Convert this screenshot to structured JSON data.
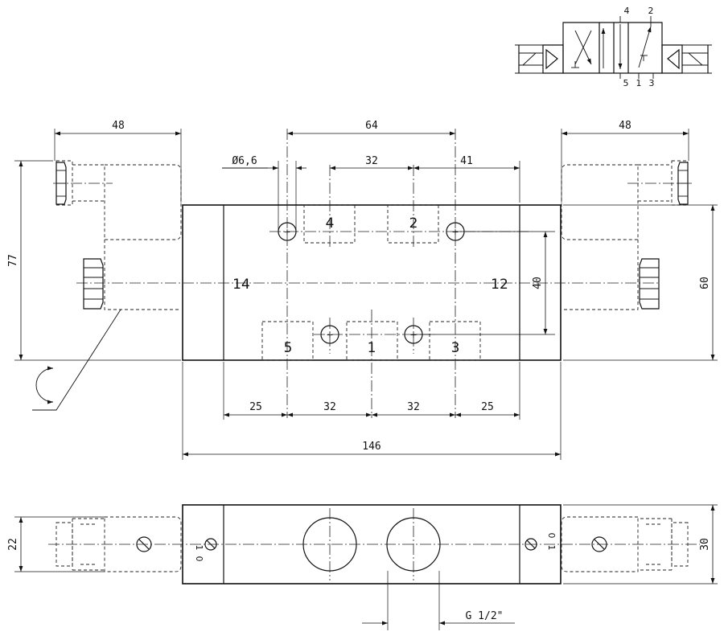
{
  "symbol": {
    "ports_top": [
      "4",
      "2"
    ],
    "ports_bottom": [
      "5",
      "1",
      "3"
    ]
  },
  "front_view": {
    "dims": {
      "left_coil": "48",
      "right_coil": "48",
      "port_span": "64",
      "port_pitch": "32",
      "hole_offset": "41",
      "hole_dia": "Ø6,6",
      "height_total": "77",
      "body_height": "60",
      "hole_spacing": "40",
      "bottom_left": "25",
      "bottom_mid_left": "32",
      "bottom_mid_right": "32",
      "bottom_right": "25",
      "overall_length": "146"
    },
    "ports": {
      "p4": "4",
      "p2": "2",
      "p5": "5",
      "p1": "1",
      "p3": "3",
      "pilot_left": "14",
      "pilot_right": "12"
    }
  },
  "bottom_view": {
    "dims": {
      "width_left": "22",
      "width_right": "30",
      "thread": "G 1/2\""
    },
    "switch_labels": {
      "left_on": "1",
      "left_off": "0",
      "right_off": "0",
      "right_on": "1"
    }
  }
}
